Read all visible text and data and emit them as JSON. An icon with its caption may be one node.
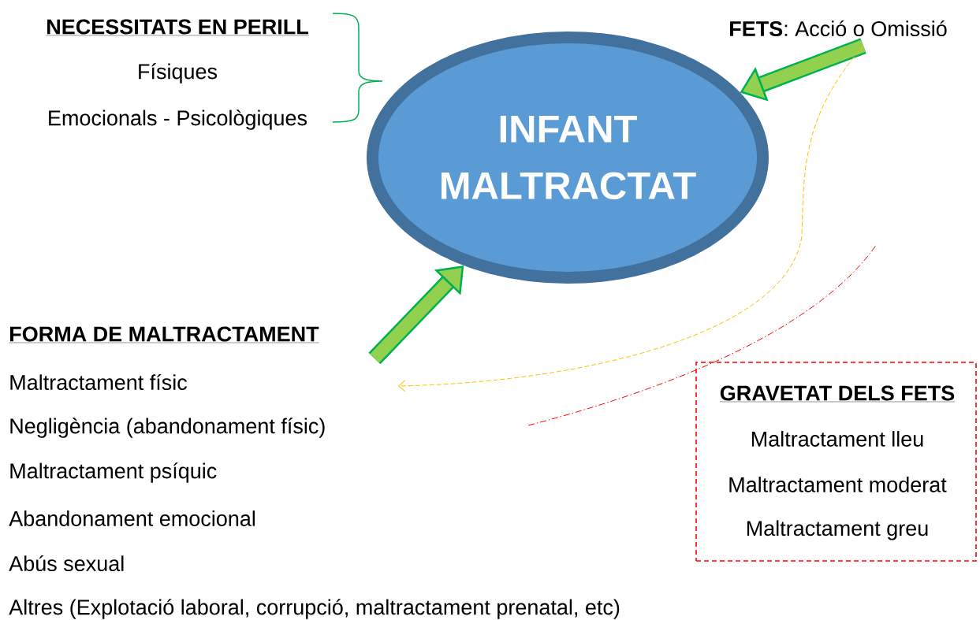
{
  "diagram": {
    "nodes": [
      {
        "text": [
          "INFANT MALTRACTAT"
        ]
      },
      {
        "text": [
          "**FETS**: Acció o Omissió"
        ]
      },
      {
        "text": [
          "FORMA DE MALTRACTAMENT",
          "Maltractament físic",
          "Negligència (abandonament físic)",
          "Maltractament psíquic",
          "Abandonament emocional",
          "Abús sexual",
          "Altres (Explotació laboral, corrupció, maltractament prenatal, etc)"
        ]
      },
      {
        "text": [
          "GRAVETAT DELS FETS",
          "Maltractament lleu",
          "Maltractament moderat",
          "Maltractament greu"
        ]
      }
    ],
    "edges": [
      {
        "from": 1,
        "to": 0,
        "arrow": "to",
        "color": "#00b050"
      },
      {
        "from": 2,
        "to": 0,
        "arrow": "to",
        "color": "#00b050"
      },
      {
        "from": 1,
        "to": 2,
        "arrow": "to",
        "style": "dashed",
        "color": "#ffc000"
      }
    ],
    "labels": [
      "NECESSITATS EN PERILL",
      "Físiques",
      "Emocionals - Psicològiques"
    ]
  }
}
